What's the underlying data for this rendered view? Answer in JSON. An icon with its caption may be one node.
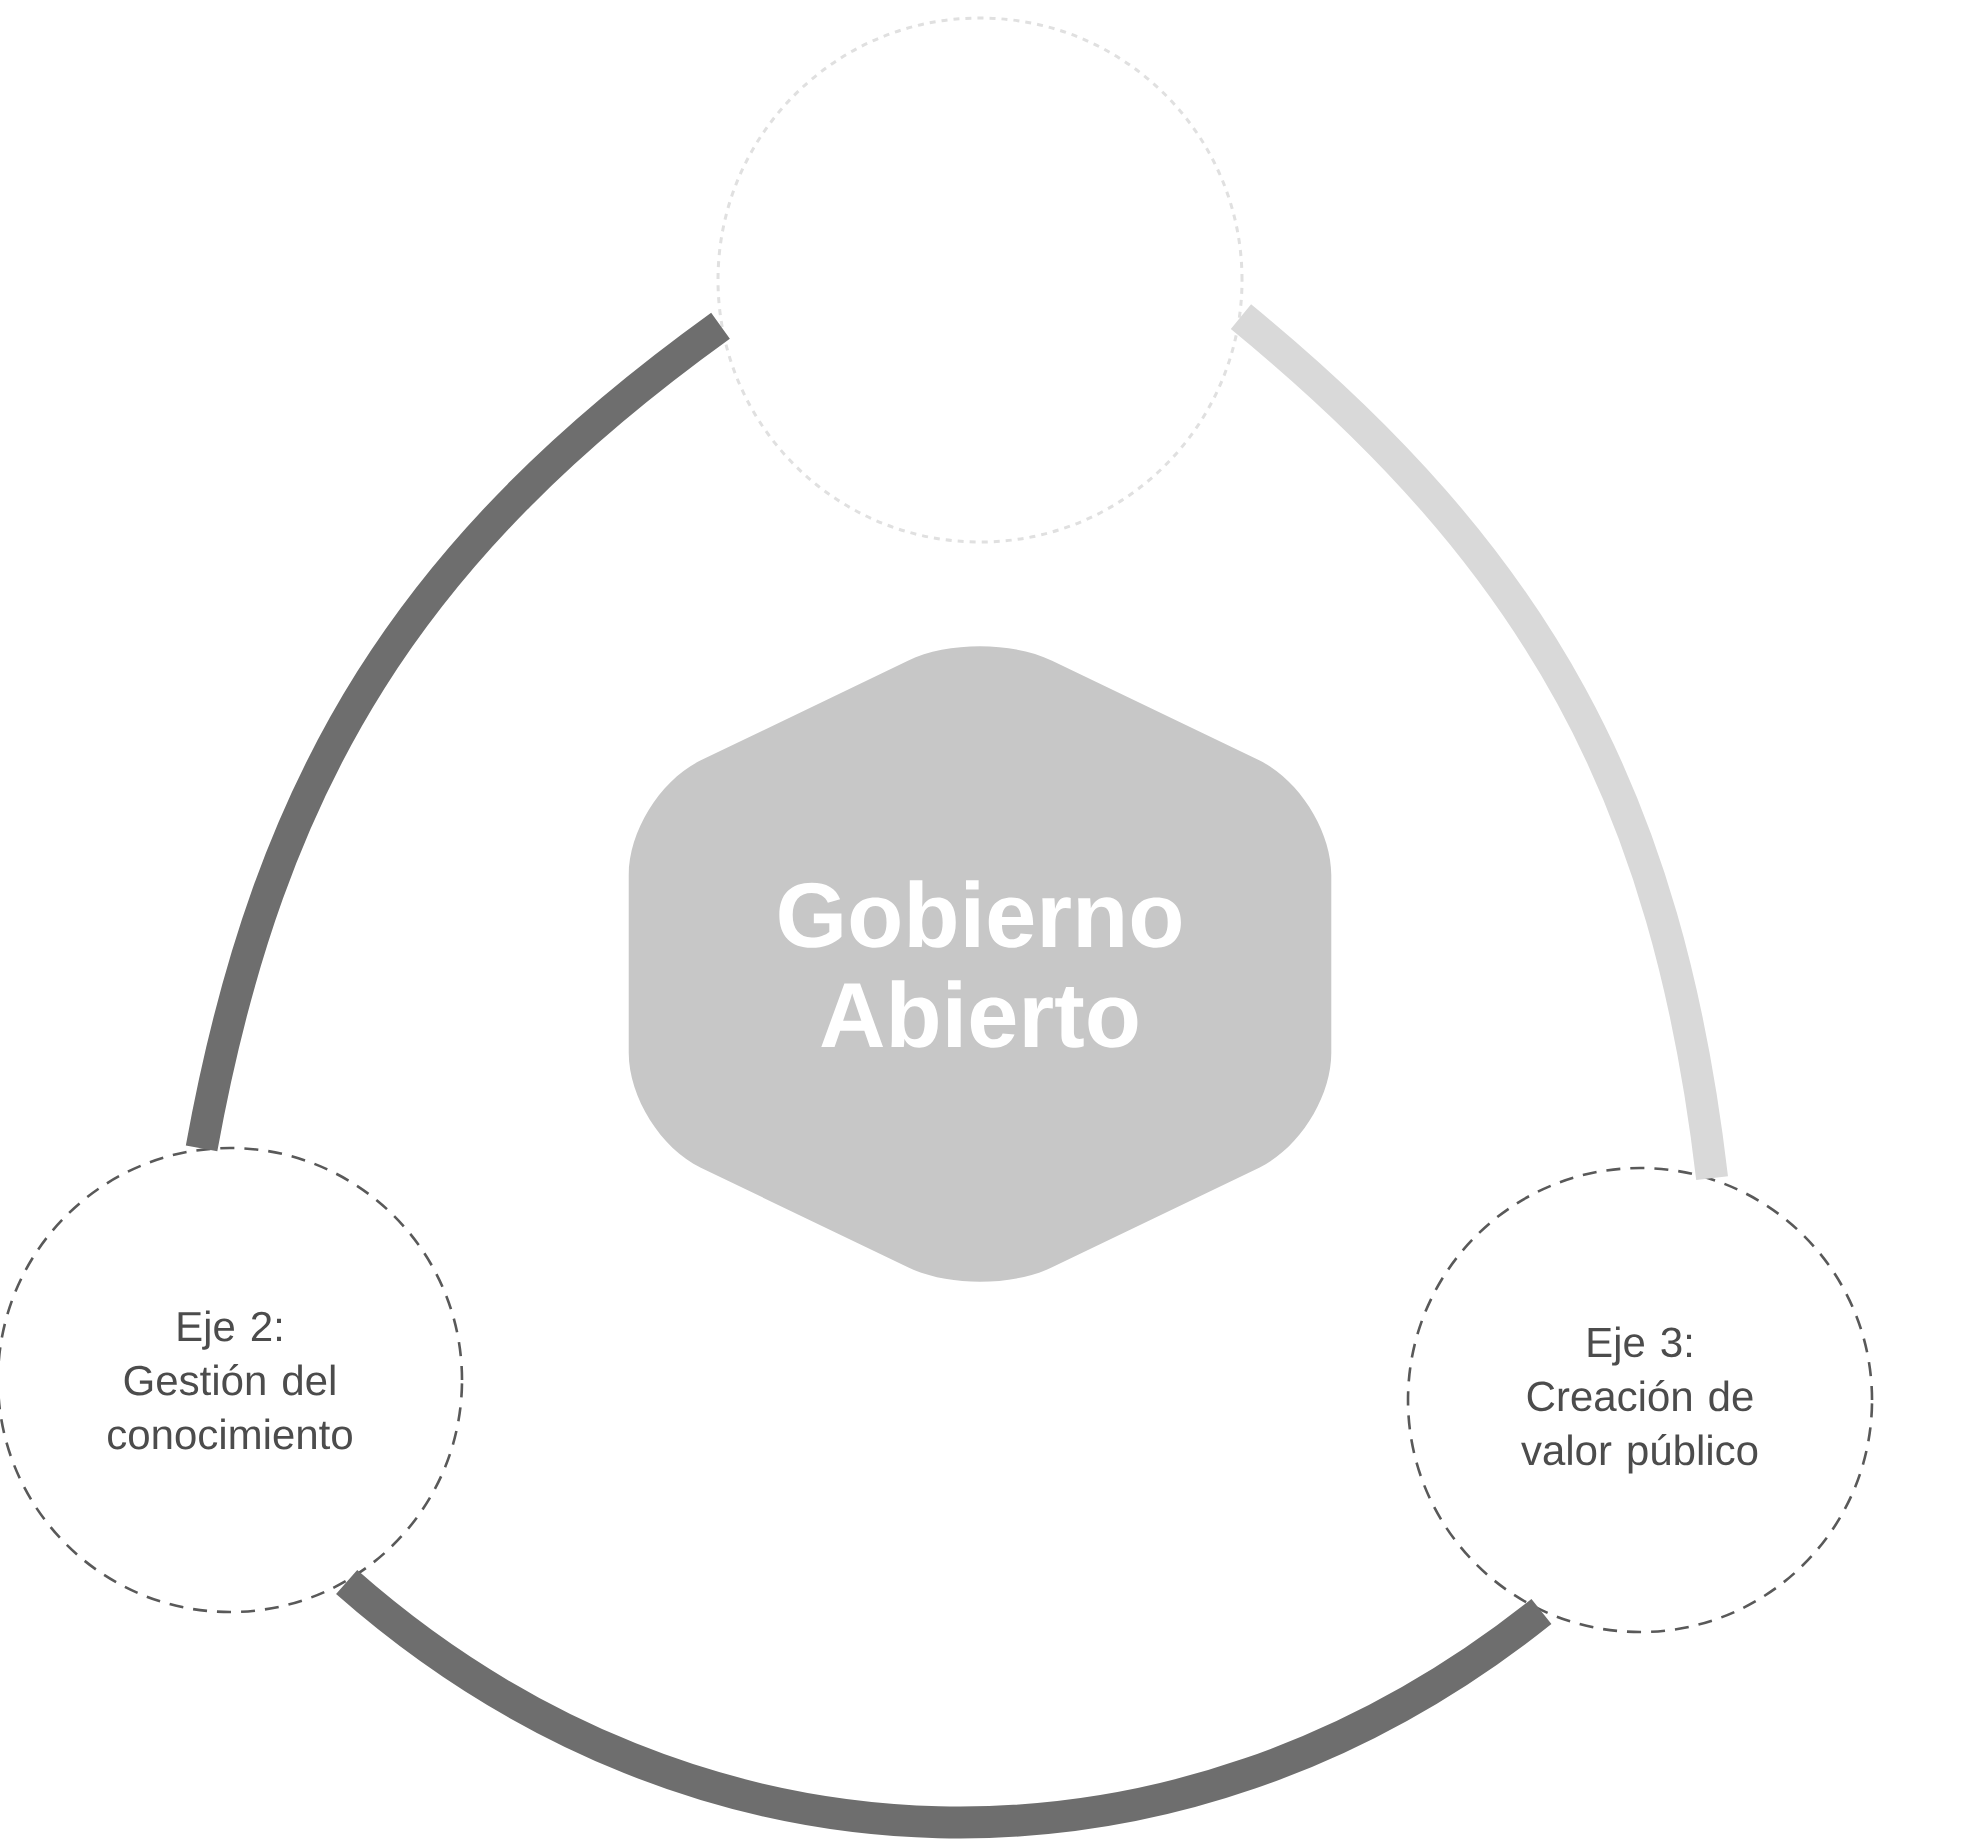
{
  "diagram": {
    "nodes": [
      {
        "text": [],
        "shape": "circle"
      },
      {
        "text": [
          "Gobierno Abierto"
        ]
      },
      {
        "text": [
          "Eje 2:",
          "Gestión del conocimiento"
        ]
      },
      {
        "text": [
          "Eje 3:",
          "Creación de valor público"
        ]
      }
    ],
    "edges": [
      {
        "from": 0,
        "to": 2,
        "arrow": "none"
      },
      {
        "from": 2,
        "to": 3,
        "arrow": "none"
      },
      {
        "from": 0,
        "to": 3,
        "arrow": "none",
        "color": "#d9d9d9"
      }
    ]
  }
}
